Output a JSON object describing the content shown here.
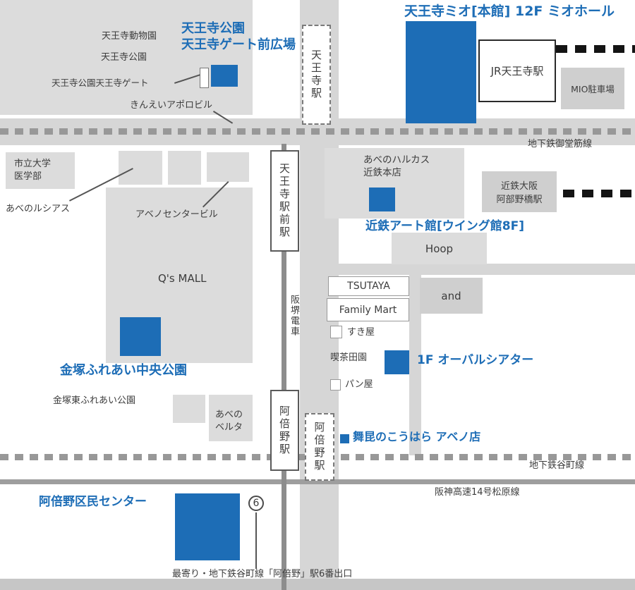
{
  "colors": {
    "accent_blue": "#1d6db6",
    "block_gray": "#dcdcdc",
    "road_gray": "#d6d6d6",
    "line_gray": "#989898"
  },
  "venues": {
    "mio_hall": "天王寺ミオ[本館] 12F ミオホール",
    "park_plaza_line1": "天王寺公園",
    "park_plaza_line2": "天王寺ゲート前広場",
    "kintetsu_art_hall": "近鉄アート館[ウイング館8F]",
    "oval_theater": "1F オーバルシアター",
    "maikon_kohara": "舞昆のこうはら アベノ店",
    "kanatsuka_central_park": "金塚ふれあい中央公園",
    "abeno_civic_center": "阿倍野区民センター"
  },
  "places": {
    "tennoji_zoo": "天王寺動物園",
    "tennoji_park": "天王寺公園",
    "tennoji_park_gate": "天王寺公園天王寺ゲート",
    "kinei_apollo": "きんえいアポロビル",
    "city_univ_line1": "市立大学",
    "city_univ_line2": "医学部",
    "abeno_lucias": "あべのルシアス",
    "abeno_center_bldg": "アベノセンタービル",
    "qs_mall": "Q's MALL",
    "harukas_line1": "あべのハルカス",
    "harukas_line2": "近鉄本店",
    "kintetsu_line1": "近鉄大阪",
    "kintetsu_line2": "阿部野橋駅",
    "hoop": "Hoop",
    "and_bldg": "and",
    "tsutaya": "TSUTAYA",
    "family_mart": "Family Mart",
    "sukiya": "すき屋",
    "kissa_denen": "喫茶田園",
    "panya": "パン屋",
    "kanatsuka_east_park": "金塚東ふれあい公園",
    "belta_line1": "あべの",
    "belta_line2": "ベルタ",
    "jr_tennoji": "JR天王寺駅",
    "mio_parking": "MIO駐車場"
  },
  "stations": {
    "tennoji_subway": "天王寺駅",
    "tennoji_ekimae": "天王寺駅前駅",
    "abeno_tram": "阿倍野駅",
    "abeno_subway": "阿倍野駅"
  },
  "lines": {
    "midosuji": "地下鉄御堂筋線",
    "tanimachi": "地下鉄谷町線",
    "hanshin_expwy": "阪神高速14号松原線",
    "hankai_tram": "阪堺電車"
  },
  "notes": {
    "exit_number": "6",
    "nearest_exit": "最寄り・地下鉄谷町線「阿倍野」駅6番出口"
  }
}
